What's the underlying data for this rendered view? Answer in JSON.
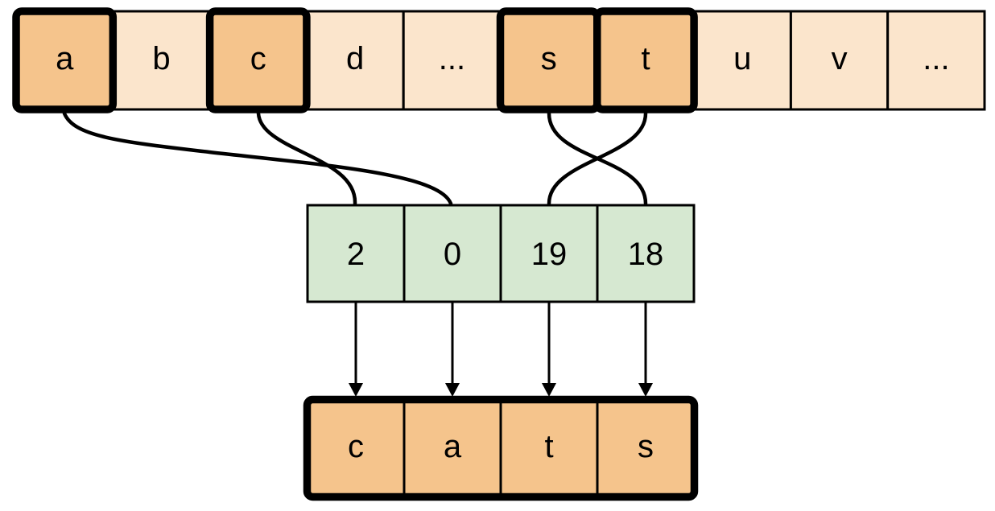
{
  "diagram": {
    "description_semantics": "indexing letters of the alphabet to spell a word",
    "alphabet_row": {
      "cells": [
        {
          "label": "a",
          "highlighted": true
        },
        {
          "label": "b",
          "highlighted": false
        },
        {
          "label": "c",
          "highlighted": true
        },
        {
          "label": "d",
          "highlighted": false
        },
        {
          "label": "...",
          "highlighted": false
        },
        {
          "label": "s",
          "highlighted": true
        },
        {
          "label": "t",
          "highlighted": true
        },
        {
          "label": "u",
          "highlighted": false
        },
        {
          "label": "v",
          "highlighted": false
        },
        {
          "label": "...",
          "highlighted": false
        }
      ]
    },
    "index_row": {
      "cells": [
        {
          "label": "2"
        },
        {
          "label": "0"
        },
        {
          "label": "19"
        },
        {
          "label": "18"
        }
      ]
    },
    "result_row": {
      "cells": [
        {
          "label": "c"
        },
        {
          "label": "a"
        },
        {
          "label": "t"
        },
        {
          "label": "s"
        }
      ]
    },
    "connections": [
      {
        "letter": "a",
        "index_value": "0"
      },
      {
        "letter": "c",
        "index_value": "2"
      },
      {
        "letter": "s",
        "index_value": "18"
      },
      {
        "letter": "t",
        "index_value": "19"
      }
    ],
    "colors": {
      "plain_fill": "#FBE5CC",
      "highlight_fill": "#F5C48C",
      "index_fill": "#D6E8D1",
      "result_fill": "#F5C48C",
      "stroke": "#000000",
      "background": "#FFFFFF"
    }
  }
}
